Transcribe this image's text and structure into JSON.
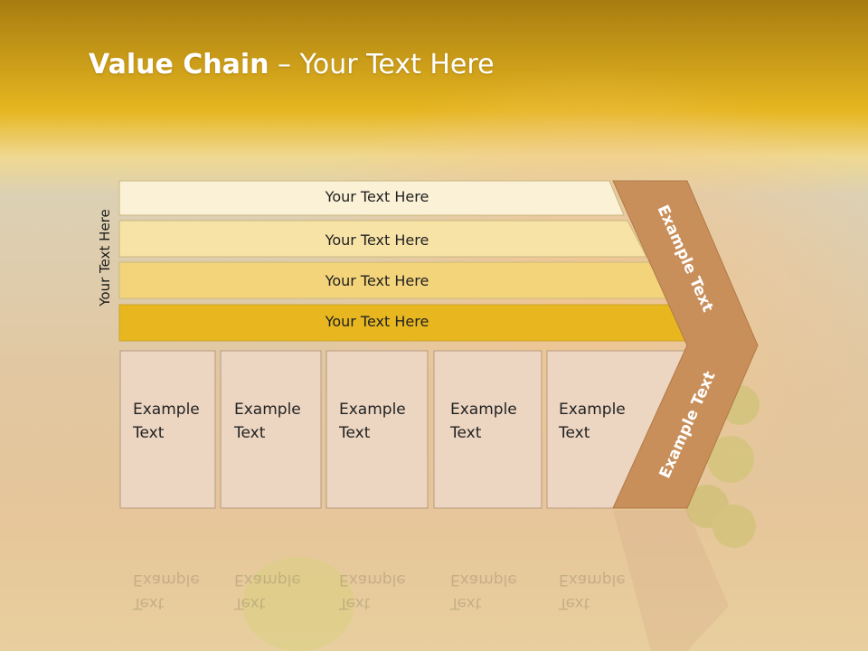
{
  "title": {
    "bold": "Value Chain",
    "rest": " – Your Text Here"
  },
  "side_label": "Your Text Here",
  "bars": [
    {
      "label": "Your Text Here",
      "color": "#fbf1d6"
    },
    {
      "label": "Your Text Here",
      "color": "#f8e3a6"
    },
    {
      "label": "Your Text Here",
      "color": "#f3d47a"
    },
    {
      "label": "Your Text Here",
      "color": "#e8b720"
    }
  ],
  "boxes": [
    {
      "line1": "Example",
      "line2": "Text"
    },
    {
      "line1": "Example",
      "line2": "Text"
    },
    {
      "line1": "Example",
      "line2": "Text"
    },
    {
      "line1": "Example",
      "line2": "Text"
    },
    {
      "line1": "Example",
      "line2": "Text"
    }
  ],
  "chevron": {
    "upper_label": "Example Text",
    "lower_label": "Example Text",
    "color": "#c98f5a"
  },
  "colors": {
    "header": "#e2b216",
    "box_fill": "#ecd6c2",
    "box_border": "#b89a82"
  }
}
